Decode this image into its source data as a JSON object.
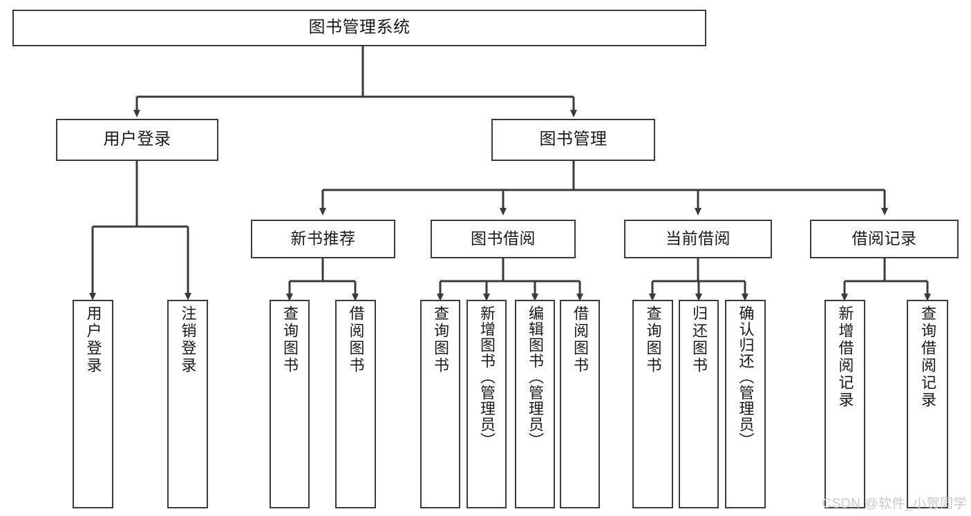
{
  "diagram": {
    "title": "图书管理系统",
    "type": "tree",
    "watermark": "CSDN @软件_小贺同学",
    "colors": {
      "stroke": "#3a3a3a",
      "fill": "#ffffff",
      "text": "#1a1a1a",
      "watermark": "#c9c9c9"
    },
    "nodes": {
      "root": {
        "label": "图书管理系统"
      },
      "level2": [
        {
          "label": "用户登录"
        },
        {
          "label": "图书管理"
        }
      ],
      "level3": [
        {
          "label": "新书推荐"
        },
        {
          "label": "图书借阅"
        },
        {
          "label": "当前借阅"
        },
        {
          "label": "借阅记录"
        }
      ],
      "leaves": {
        "user_login": [
          {
            "label": "用户登录"
          },
          {
            "label": "注销登录"
          }
        ],
        "new_book_recommend": [
          {
            "label": "查询图书"
          },
          {
            "label": "借阅图书"
          }
        ],
        "book_borrow": [
          {
            "label": "查询图书"
          },
          {
            "label": "新增图书（管理员）"
          },
          {
            "label": "编辑图书（管理员）"
          },
          {
            "label": "借阅图书"
          }
        ],
        "current_borrow": [
          {
            "label": "查询图书"
          },
          {
            "label": "归还图书"
          },
          {
            "label": "确认归还（管理员）"
          }
        ],
        "borrow_record": [
          {
            "label": "新增借阅记录"
          },
          {
            "label": "查询借阅记录"
          }
        ]
      }
    }
  }
}
